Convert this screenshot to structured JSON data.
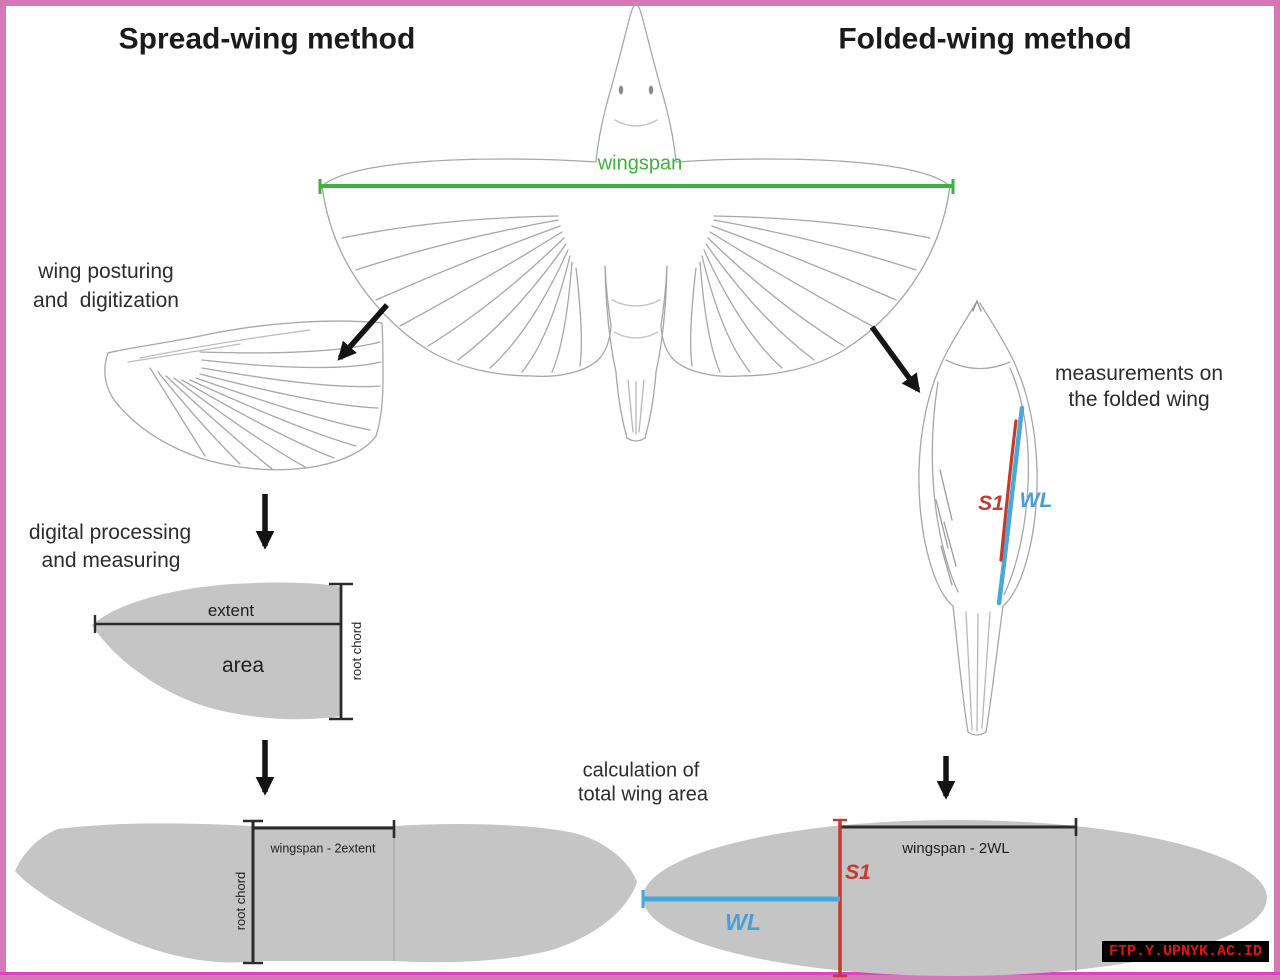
{
  "diagram": {
    "title_left": "Spread-wing method",
    "title_right": "Folded-wing method",
    "wingspan_label": "wingspan",
    "step_posturing_line1": "wing posturing",
    "step_posturing_line2": "and  digitization",
    "step_processing_line1": "digital processing",
    "step_processing_line2": "and measuring",
    "extent_label": "extent",
    "area_label": "area",
    "root_chord_label": "root chord",
    "root_chord_bottom_label": "root chord",
    "wingspan_minus_2extent_label": "wingspan - 2extent",
    "calc_line1": "calculation of",
    "calc_line2": "total wing area",
    "folded_note_line1": "measurements on",
    "folded_note_line2": "the folded wing",
    "s1_label": "S1",
    "wl_label": "WL",
    "s1_bottom_label": "S1",
    "wl_bottom_label": "WL",
    "wingspan_minus_2wl_label": "wingspan - 2WL"
  },
  "watermark": {
    "text": "FTP.Y.UPNYK.AC.ID"
  },
  "colors": {
    "border_pink": "#d678b5",
    "border_inner_magenta": "#e141c4",
    "wingspan_green": "#3eb23e",
    "measure_blue": "#47a8da",
    "measure_red": "#c6392f",
    "shape_gray": "#c5c5c6",
    "watermark_red": "#e31212",
    "watermark_bg": "#000000"
  }
}
